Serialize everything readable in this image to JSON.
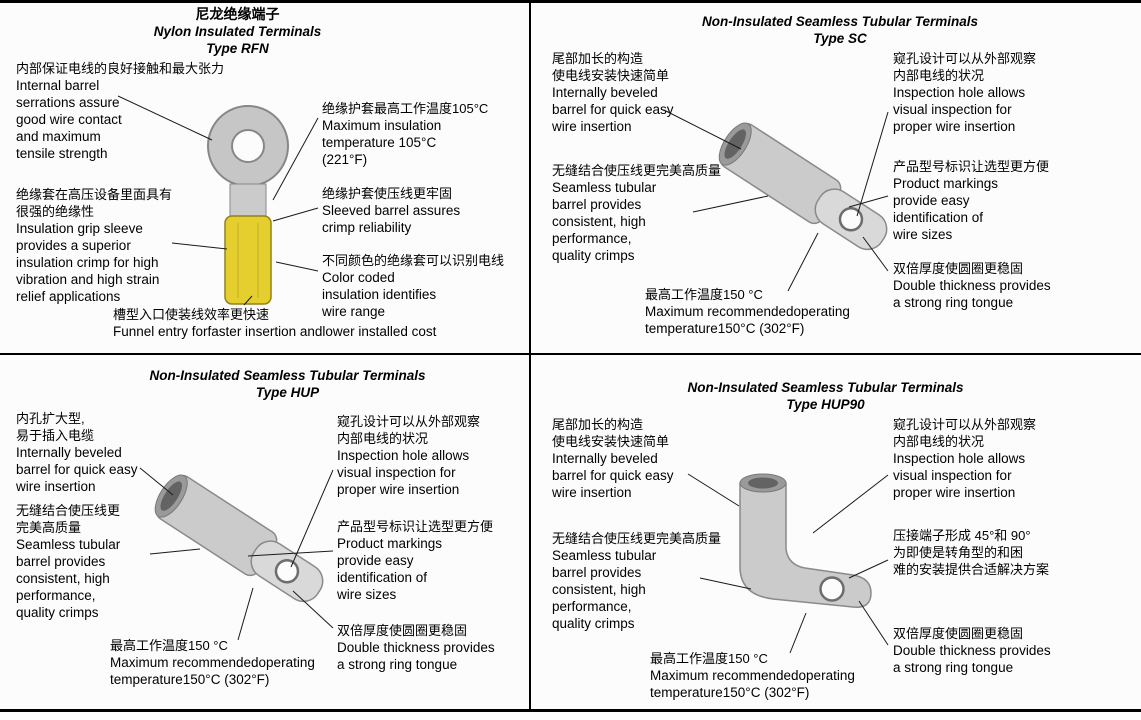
{
  "colors": {
    "sleeve_yellow": "#e4cf2e",
    "metal_grey": "#cbcbcb",
    "metal_light": "#d9d9d9"
  },
  "rfn": {
    "title_zh": "尼龙绝缘端子",
    "title_en": "Nylon Insulated Terminals",
    "type_label": "Type RFN",
    "serrations_zh": "内部保证电线的良好接触和最大张力",
    "serrations_en": "Internal barrel\nserrations assure\ngood wire contact\nand maximum\ntensile strength",
    "grip_zh": "绝缘套在高压设备里面具有\n很强的绝缘性",
    "grip_en": "Insulation grip sleeve\nprovides a superior\ninsulation crimp for high\nvibration and high strain\nrelief applications",
    "funnel_zh": "槽型入口使装线效率更快速",
    "funnel_en": "Funnel entry forfaster insertion andlower installed cost",
    "max_temp_zh": "绝缘护套最高工作温度105°C",
    "max_temp_en": "Maximum insulation\ntemperature 105°C\n(221°F)",
    "sleeved_zh": "绝缘护套使压线更牢固",
    "sleeved_en": "Sleeved barrel assures\ncrimp reliability",
    "color_code_zh": "不同颜色的绝缘套可以识别电线",
    "color_code_en": "Color coded\ninsulation identifies\nwire range"
  },
  "sc": {
    "title_en": "Non-Insulated Seamless Tubular Terminals",
    "type_label": "Type SC",
    "beveled_zh": "尾部加长的构造\n使电线安装快速简单",
    "beveled_en": "Internally beveled\nbarrel for quick easy\nwire insertion",
    "seamless_zh": "无缝结合使压线更完美高质量",
    "seamless_en": "Seamless tubular\nbarrel provides\nconsistent, high\nperformance,\nquality crimps",
    "max_temp_zh": "最高工作温度150 °C",
    "max_temp_en": "Maximum recommendedoperating\ntemperature150°C (302°F)",
    "inspection_zh": "窥孔设计可以从外部观察\n内部电线的状况",
    "inspection_en": "Inspection hole allows\nvisual inspection for\nproper wire insertion",
    "markings_zh": "产品型号标识让选型更方便",
    "markings_en": "Product markings\nprovide easy\nidentification of\nwire sizes",
    "ring_zh": "双倍厚度使圆圈更稳固",
    "ring_en": "Double thickness provides\na strong ring tongue"
  },
  "hup": {
    "title_en": "Non-Insulated Seamless Tubular Terminals",
    "type_label": "Type HUP",
    "beveled_zh": "内孔扩大型,\n易于插入电缆",
    "beveled_en": "Internally beveled\nbarrel for quick easy\nwire insertion",
    "seamless_zh": "无缝结合使压线更\n完美高质量",
    "seamless_en": "Seamless tubular\nbarrel provides\nconsistent, high\nperformance,\nquality crimps",
    "max_temp_zh": "最高工作温度150 °C",
    "max_temp_en": "Maximum recommendedoperating\ntemperature150°C (302°F)",
    "inspection_zh": "窥孔设计可以从外部观察\n内部电线的状况",
    "inspection_en": "Inspection hole allows\nvisual inspection for\nproper wire insertion",
    "markings_zh": "产品型号标识让选型更方便",
    "markings_en": "Product markings\nprovide easy\nidentification of\nwire sizes",
    "ring_zh": "双倍厚度使圆圈更稳固",
    "ring_en": "Double thickness provides\na strong ring tongue"
  },
  "hup90": {
    "title_en": "Non-Insulated Seamless Tubular Terminals",
    "type_label": "Type HUP90",
    "beveled_zh": "尾部加长的构造\n使电线安装快速简单",
    "beveled_en": "Internally beveled\nbarrel for quick easy\nwire insertion",
    "seamless_zh": "无缝结合使压线更完美高质量",
    "seamless_en": "Seamless tubular\nbarrel provides\nconsistent, high\nperformance,\nquality crimps",
    "max_temp_zh": "最高工作温度150 °C",
    "max_temp_en": "Maximum recommendedoperating\ntemperature150°C (302°F)",
    "inspection_zh": "窥孔设计可以从外部观察\n内部电线的状况",
    "inspection_en": "Inspection hole allows\nvisual inspection for\nproper wire insertion",
    "angle_zh": "压接端子形成 45°和 90°\n为即使是转角型的和困\n难的安装提供合适解决方案",
    "ring_zh": "双倍厚度使圆圈更稳固",
    "ring_en": "Double thickness provides\na strong ring tongue"
  }
}
